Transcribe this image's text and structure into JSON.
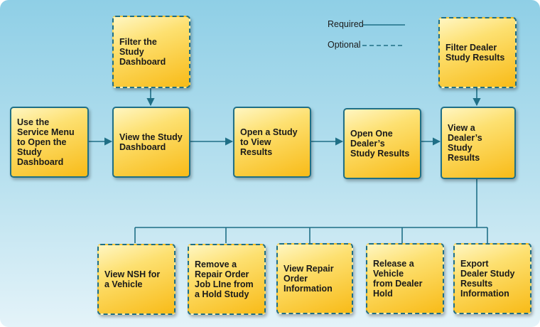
{
  "legend": {
    "required": "Required",
    "optional": "Optional"
  },
  "nodes": {
    "use_service_menu": "Use the\nService Menu\nto Open the\nStudy\nDashboard",
    "filter_study_dashboard": "Filter the\nStudy\nDashboard",
    "view_study_dashboard": "View the Study\nDashboard",
    "open_study_view_results": "Open a Study\nto View\nResults",
    "open_one_dealer_results": "Open One\nDealer’s\nStudy Results",
    "filter_dealer_study_results": "Filter Dealer\nStudy Results",
    "view_dealer_study_results": "View a\nDealer’s\nStudy\nResults",
    "view_nsh_vehicle": "View NSH for\na Vehicle",
    "remove_repair_order_job_line": "Remove a\nRepair Order\nJob LIne from\na Hold Study",
    "view_repair_order_info": "View Repair\nOrder\nInformation",
    "release_vehicle_dealer_hold": "Release a\nVehicle\nfrom Dealer\nHold",
    "export_dealer_study_results": "Export\nDealer Study\nResults\nInformation"
  },
  "colors": {
    "line": "#1f6f86",
    "box_fill_top": "#fff6c2",
    "box_fill_bottom": "#f8bb18",
    "background_top": "#8fcfe6",
    "background_bottom": "#e4f3f9"
  }
}
